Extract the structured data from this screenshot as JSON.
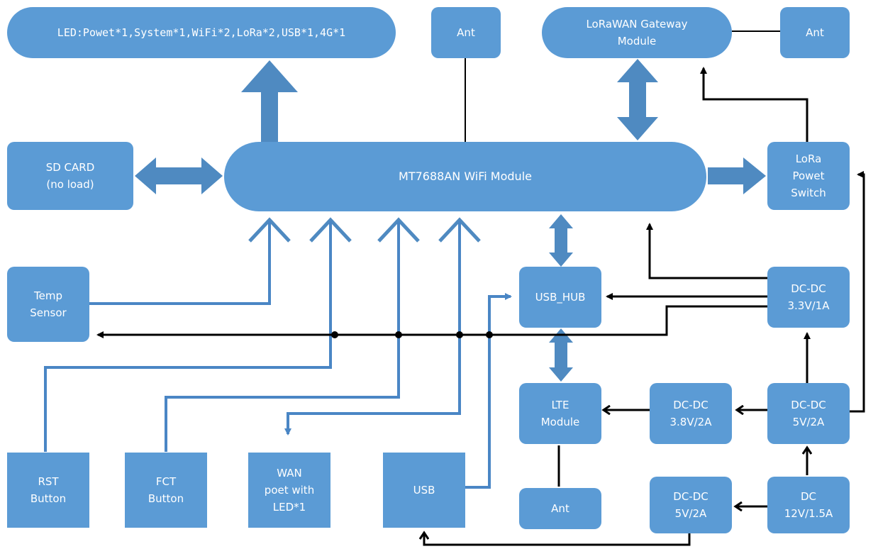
{
  "colors": {
    "box": "#5b9bd5",
    "block_arrow": "#4f8ac1",
    "blue_line": "#4a86c5",
    "black_line": "#000000",
    "text": "#ffffff"
  },
  "nodes": {
    "led": "LED:Powet*1,System*1,WiFi*2,LoRa*2,USB*1,4G*1",
    "ant_top": "Ant",
    "lorawan": "LoRaWAN Gateway\nModule",
    "ant_lorawan": "Ant",
    "sd_card": "SD CARD\n(no load)",
    "wifi_module": "MT7688AN WiFi Module",
    "lora_switch": "LoRa\nPowet\nSwitch",
    "temp_sensor": "Temp\nSensor",
    "usb_hub": "USB_HUB",
    "dcdc_33": "DC-DC\n3.3V/1A",
    "lte_module": "LTE\nModule",
    "dcdc_38": "DC-DC\n3.8V/2A",
    "dcdc_5v_a": "DC-DC\n5V/2A",
    "rst_button": "RST\nButton",
    "fct_button": "FCT\nButton",
    "wan_port": "WAN\npoet with\nLED*1",
    "usb": "USB",
    "ant_lte": "Ant",
    "dcdc_5v_b": "DC-DC\n5V/2A",
    "dc_input": "DC\n12V/1.5A"
  }
}
